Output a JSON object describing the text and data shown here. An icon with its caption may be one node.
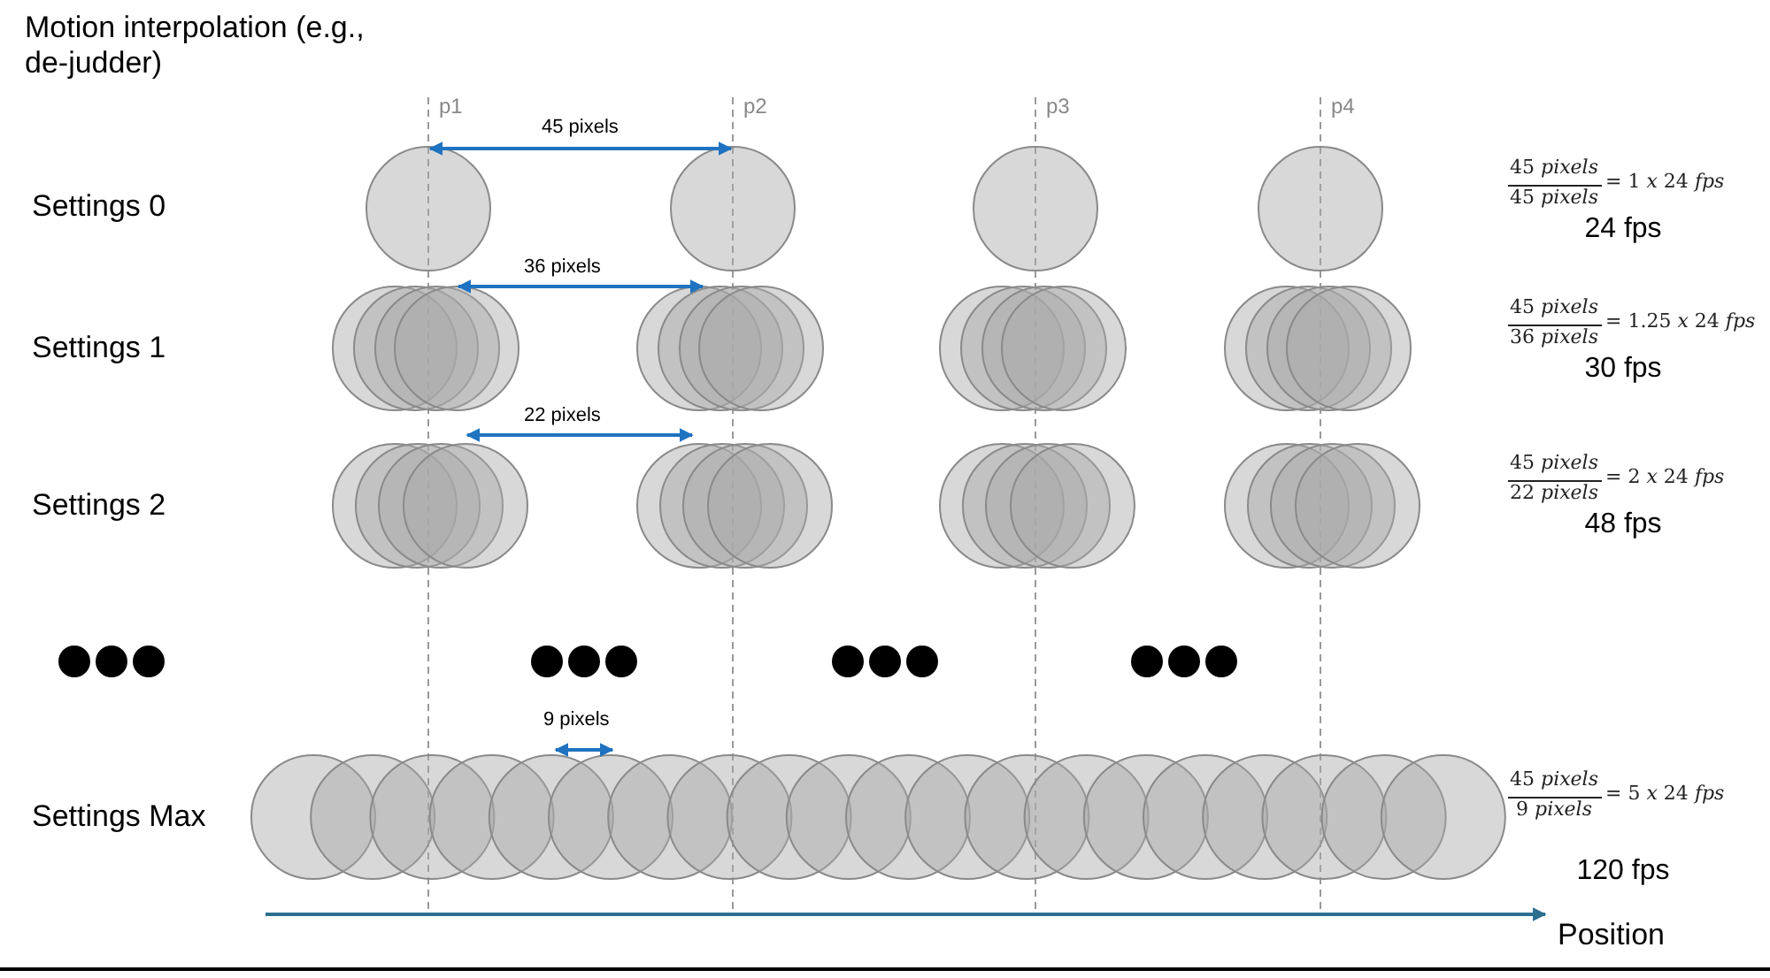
{
  "diagram": {
    "title": "Motion interpolation (e.g., de-judder)",
    "labels": [
      "p1",
      "45 pixels",
      "p2",
      "p3",
      "p4",
      "45 *pixels*",
      "45 *pixels*",
      "= 1 *x* 24 *fps*",
      "Settings 0",
      "24 fps",
      "36 pixels",
      "45 *pixels*",
      "36 *pixels*",
      "= 1.25 *x* 24 *fps*",
      "Settings 1",
      "30 fps",
      "22 pixels",
      "45 *pixels*",
      "22 *pixels*",
      "= 2 *x* 24 *fps*",
      "Settings 2",
      "48 fps",
      "9 pixels",
      "45 *pixels*",
      "9 *pixels*",
      "= 5 *x* 24 *fps*",
      "Settings Max",
      "120 fps",
      "Position"
    ]
  }
}
